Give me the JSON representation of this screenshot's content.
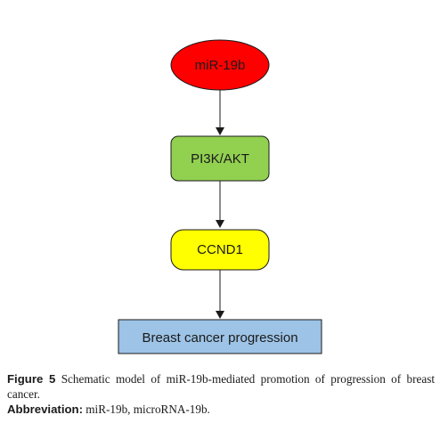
{
  "nodes": {
    "mir": {
      "label": "miR-19b",
      "fill": "#ff0000"
    },
    "pi3k": {
      "label": "PI3K/AKT",
      "fill": "#92d050"
    },
    "ccnd1": {
      "label": "CCND1",
      "fill": "#ffff00"
    },
    "outcome": {
      "label": "Breast cancer progression",
      "fill": "#9dc3e6"
    }
  },
  "caption": {
    "figure_label": "Figure 5",
    "figure_text": "Schematic model of miR-19b-mediated promotion of progression of breast cancer.",
    "abbreviation_label": "Abbreviation:",
    "abbreviation_text": "miR-19b, microRNA-19b."
  },
  "colors": {
    "stroke": "#1a1a1a",
    "arrow": "#1a1a1a"
  }
}
